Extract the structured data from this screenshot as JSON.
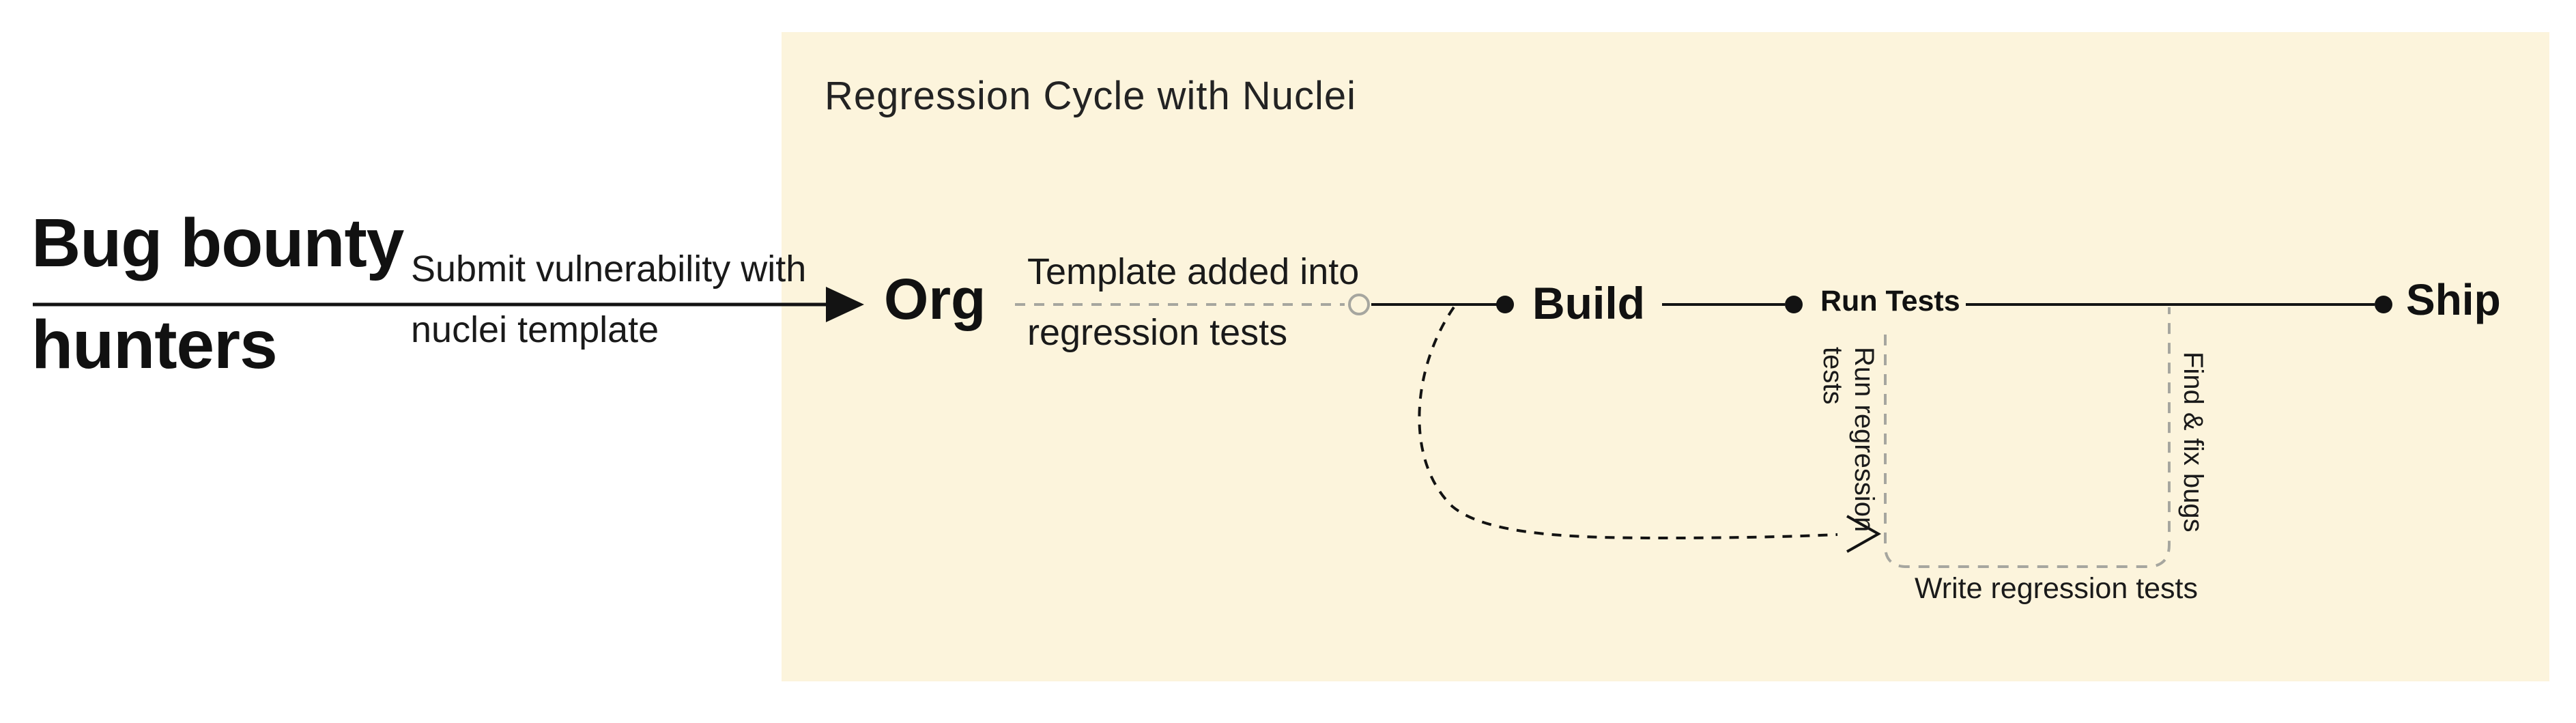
{
  "actor": {
    "line1": "Bug bounty",
    "line2": "hunters"
  },
  "submit_label": {
    "line1": "Submit vulnerability with",
    "line2": "nuclei template"
  },
  "panel": {
    "title": "Regression Cycle with Nuclei"
  },
  "nodes": {
    "org": "Org",
    "build": "Build",
    "run_tests": "Run Tests",
    "ship": "Ship"
  },
  "labels": {
    "template_added": {
      "line1": "Template added into",
      "line2": "regression tests"
    },
    "run_regression": "Run regression\ntests",
    "find_fix": "Find & fix bugs",
    "write_regression": "Write regression tests"
  },
  "colors": {
    "panel_bg": "#FCF4DC",
    "ink": "#131313",
    "muted_dash": "#A6A69F"
  }
}
